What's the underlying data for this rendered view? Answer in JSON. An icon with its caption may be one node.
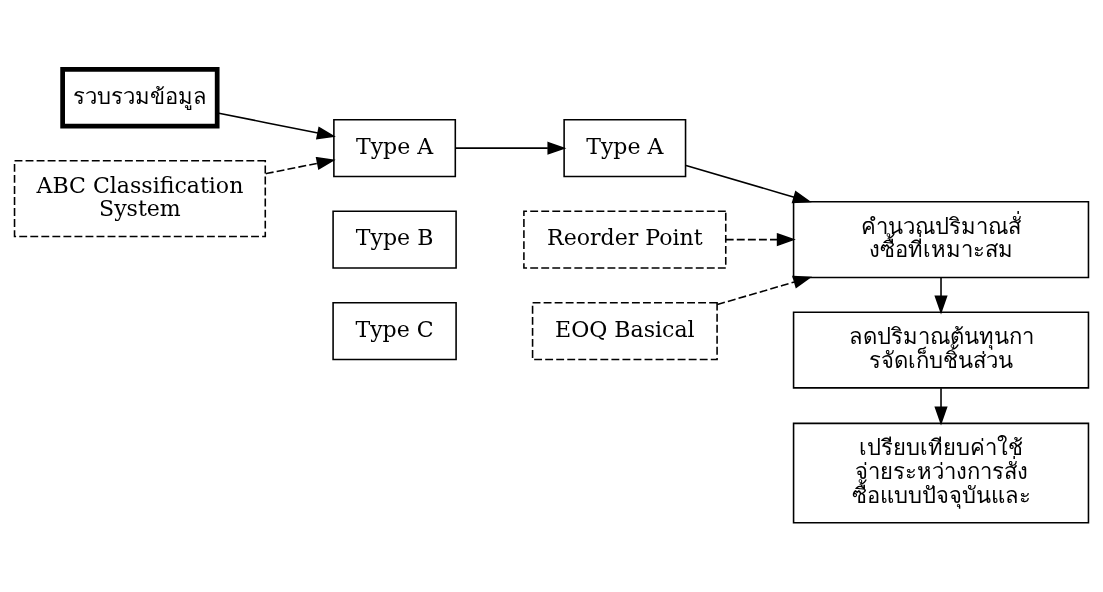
{
  "diagram": {
    "nodes": [
      {
        "text": [
          "รวบรวมข้อมูล"
        ]
      },
      {
        "text": [
          "Type A"
        ]
      },
      {
        "text": [
          "Type B"
        ]
      },
      {
        "text": [
          "Type C"
        ]
      },
      {
        "text": [
          "Type A"
        ]
      },
      {
        "text": [
          "คำนวณปริมาณสั่งซื้อที่เหมาะสม"
        ]
      },
      {
        "text": [
          "ลดปริมาณต้นทุนการจัดเก็บชิ้นส่วน"
        ]
      },
      {
        "text": [
          "เปรียบเทียบค่าใช้จ่ายระหว่างการสั่งซื้อแบบปัจจุบันและ"
        ]
      },
      {
        "text": [
          "ABC Classification System"
        ]
      },
      {
        "text": [
          "Reorder Point"
        ]
      },
      {
        "text": [
          "EOQ Basical"
        ]
      }
    ],
    "edges": [
      {
        "from": 0,
        "to": 1,
        "arrow": "to"
      },
      {
        "from": 8,
        "to": 1,
        "arrow": "to",
        "style": "dashed"
      },
      {
        "from": 1,
        "to": 4,
        "arrow": "to"
      },
      {
        "from": 4,
        "to": 5,
        "arrow": "to"
      },
      {
        "from": 9,
        "to": 5,
        "arrow": "to",
        "style": "dashed"
      },
      {
        "from": 10,
        "to": 5,
        "arrow": "to",
        "style": "dashed"
      },
      {
        "from": 5,
        "to": 6,
        "arrow": "to"
      },
      {
        "from": 6,
        "to": 7,
        "arrow": "to"
      }
    ]
  }
}
